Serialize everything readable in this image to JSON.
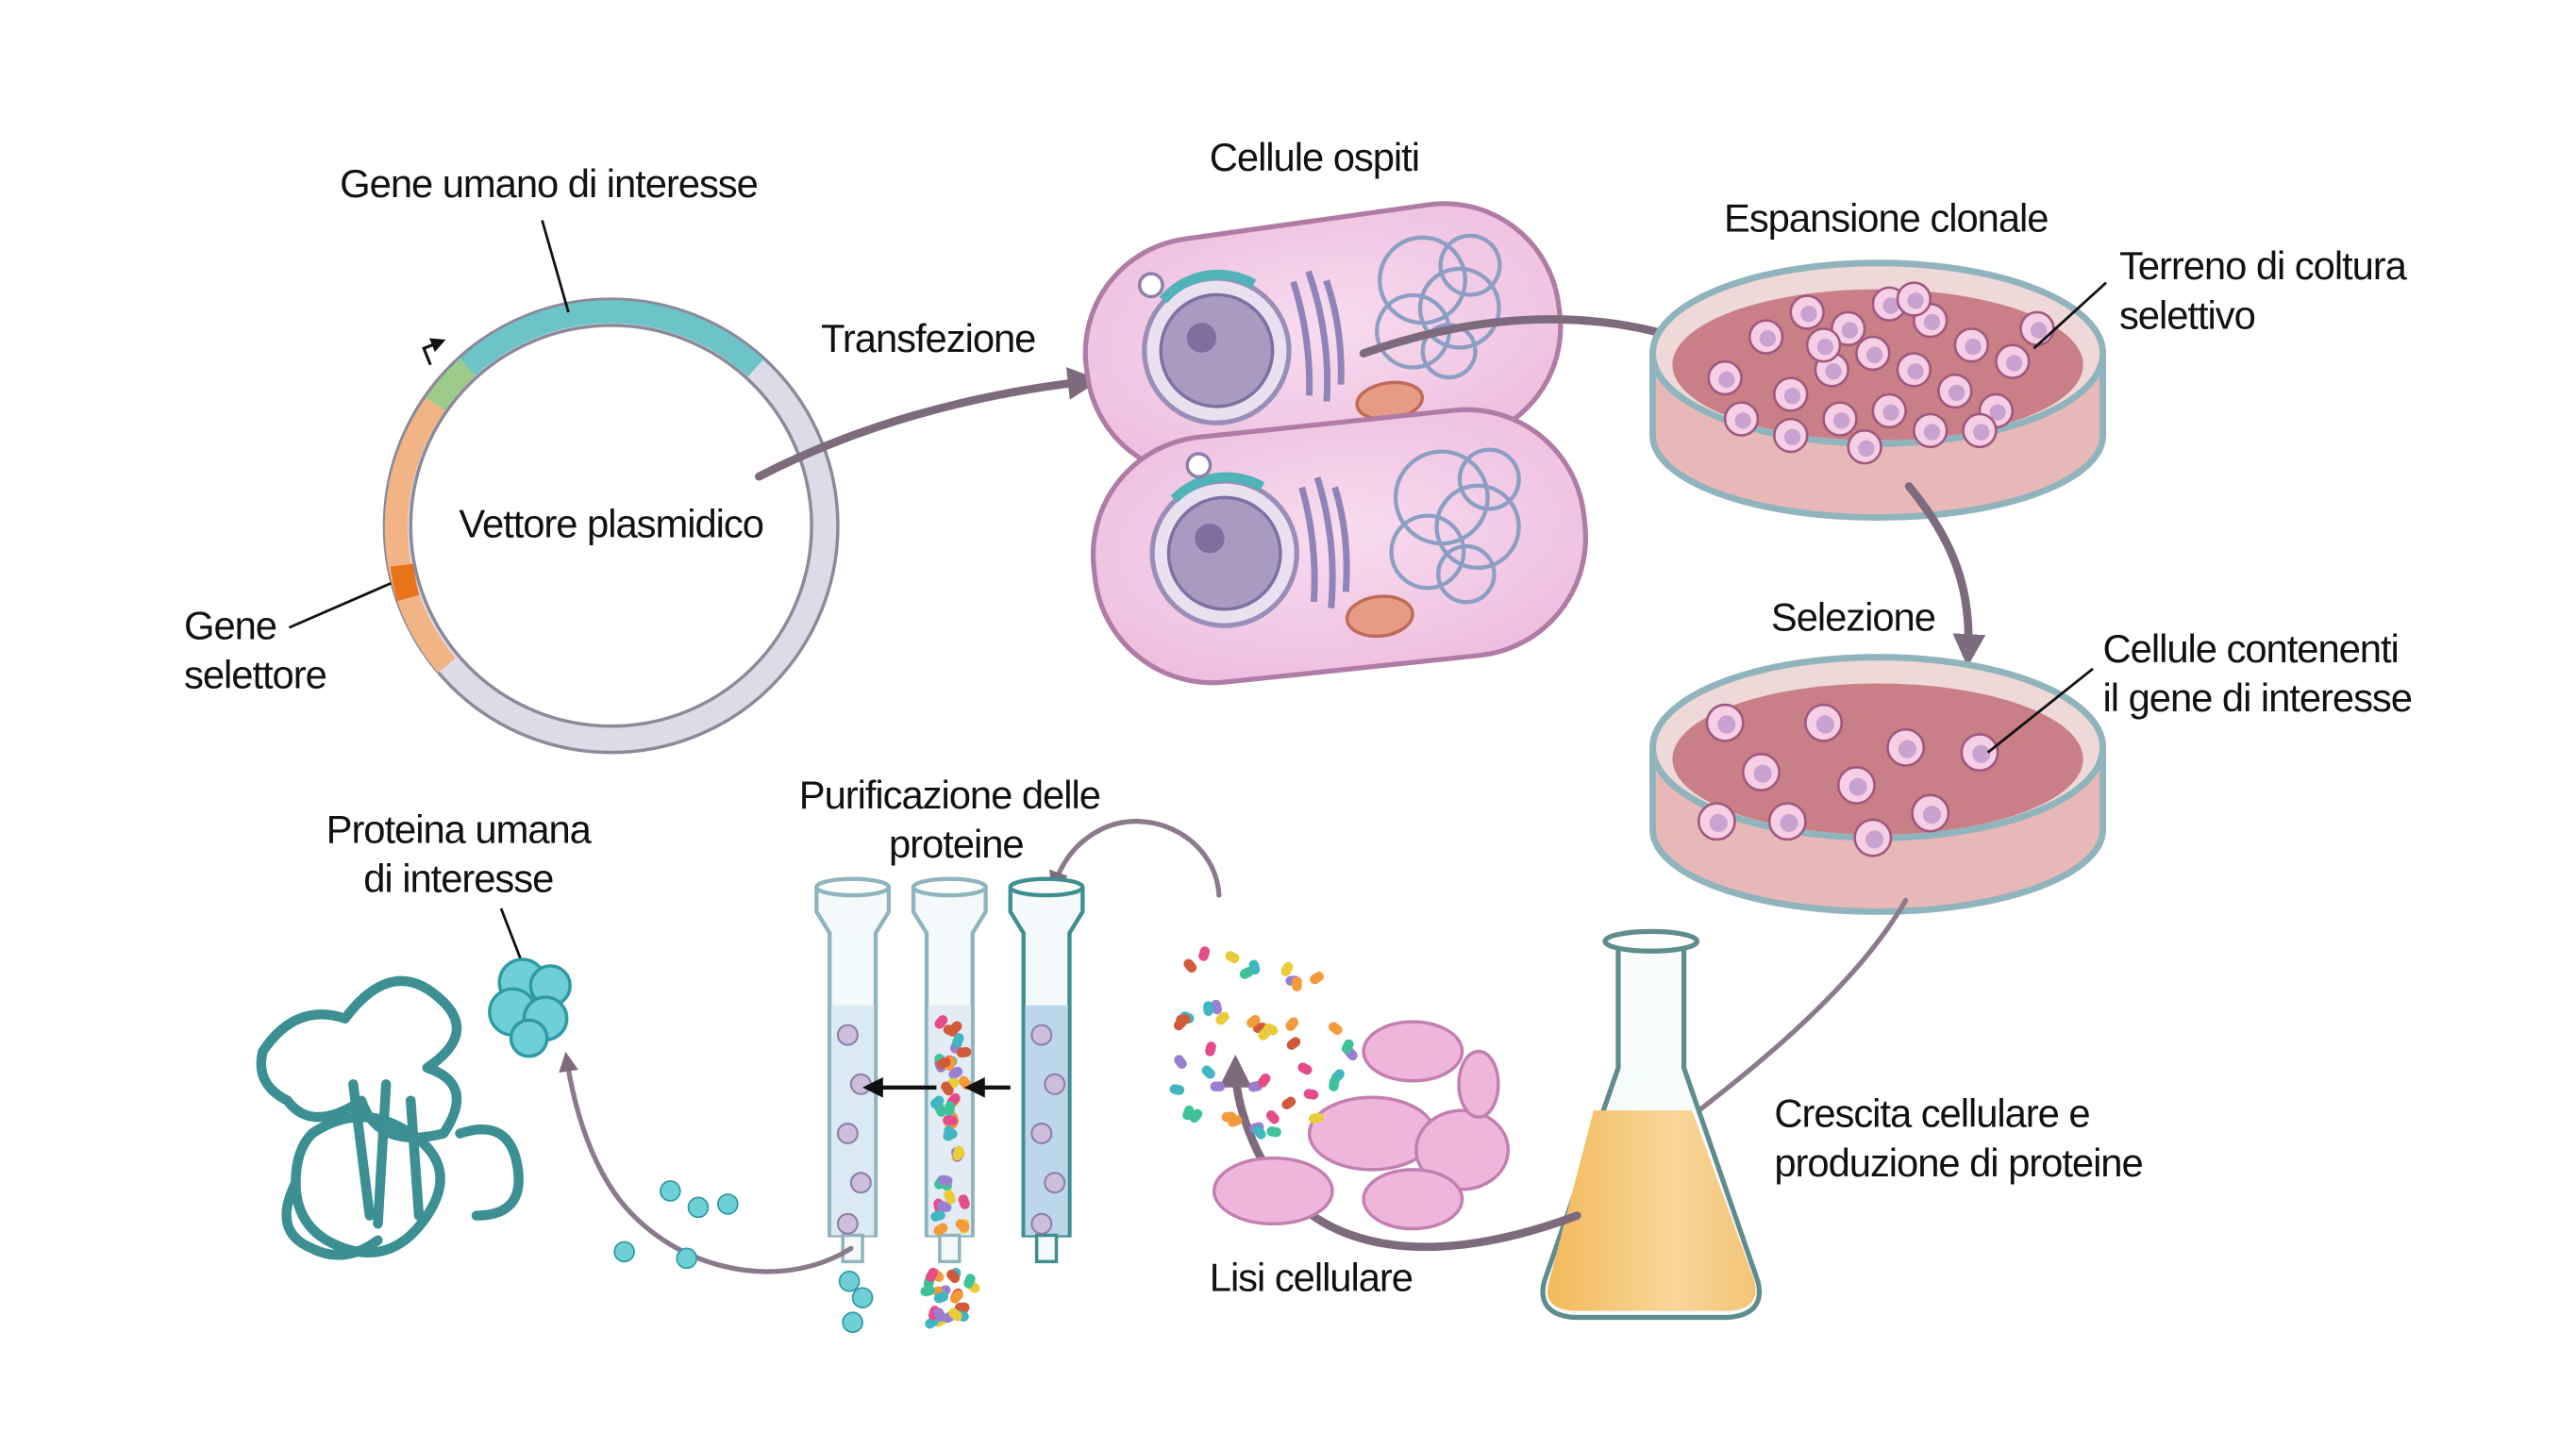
{
  "title": "Produzione di proteine ricombinanti",
  "labels": {
    "gene_of_interest": "Gene umano di interesse",
    "plasmid_vector": "Vettore plasmidico",
    "selector_gene_line1": "Gene",
    "selector_gene_line2": "selettore",
    "transfection": "Transfezione",
    "host_cells": "Cellule ospiti",
    "clonal_expansion": "Espansione clonale",
    "selective_medium_line1": "Terreno di coltura",
    "selective_medium_line2": "selettivo",
    "selection": "Selezione",
    "cells_with_gene_line1": "Cellule contenenti",
    "cells_with_gene_line2": "il gene di interesse",
    "growth_line1": "Crescita cellulare e",
    "growth_line2": "produzione di proteine",
    "lysis": "Lisi cellulare",
    "purification_line1": "Purificazione delle",
    "purification_line2": "proteine",
    "protein_line1": "Proteina umana",
    "protein_line2": "di interesse"
  },
  "colors": {
    "gene_segment": "#6cc3c8",
    "promoter_segment": "#9ccb8a",
    "selector_region": "#f3b485",
    "selector_marker": "#e8741a",
    "plasmid_backbone": "#dcdce8",
    "cell_fill": "#f3c9e6",
    "dish_medium": "#c97f86",
    "flask_liquid": "#f6c56e",
    "protein": "#3c8f93",
    "flow_arrow": "#7d6a7d"
  },
  "steps": [
    "Vettore plasmidico",
    "Transfezione",
    "Espansione clonale",
    "Selezione",
    "Crescita cellulare e produzione di proteine",
    "Lisi cellulare",
    "Purificazione delle proteine",
    "Proteina umana di interesse"
  ]
}
